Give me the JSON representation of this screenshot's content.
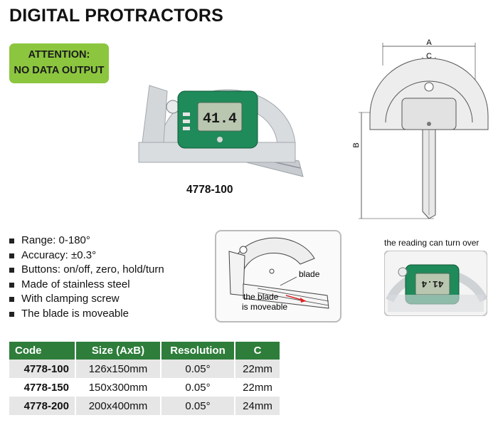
{
  "title": "DIGITAL PROTRACTORS",
  "attention": {
    "line1": "ATTENTION:",
    "line2": "NO DATA OUTPUT"
  },
  "product": {
    "model": "4778-100",
    "display_reading": "41.4"
  },
  "diagram_labels": {
    "a": "A",
    "b": "B",
    "c": "C"
  },
  "inset": {
    "blade_label": "blade",
    "moveable_line1": "the blade",
    "moveable_line2": "is moveable"
  },
  "caption": "the reading can turn over",
  "features": [
    "Range: 0-180°",
    "Accuracy: ±0.3°",
    "Buttons: on/off, zero, hold/turn",
    "Made of stainless steel",
    "With clamping screw",
    "The blade is moveable"
  ],
  "table": {
    "headers": [
      "Code",
      "Size (AxB)",
      "Resolution",
      "C"
    ],
    "rows": [
      [
        "4778-100",
        "126x150mm",
        "0.05°",
        "22mm"
      ],
      [
        "4778-150",
        "150x300mm",
        "0.05°",
        "22mm"
      ],
      [
        "4778-200",
        "200x400mm",
        "0.05°",
        "24mm"
      ]
    ]
  },
  "colors": {
    "brand_green": "#2e7d3b",
    "attention_green": "#8cc63f",
    "device_green": "#1f8a5a"
  }
}
